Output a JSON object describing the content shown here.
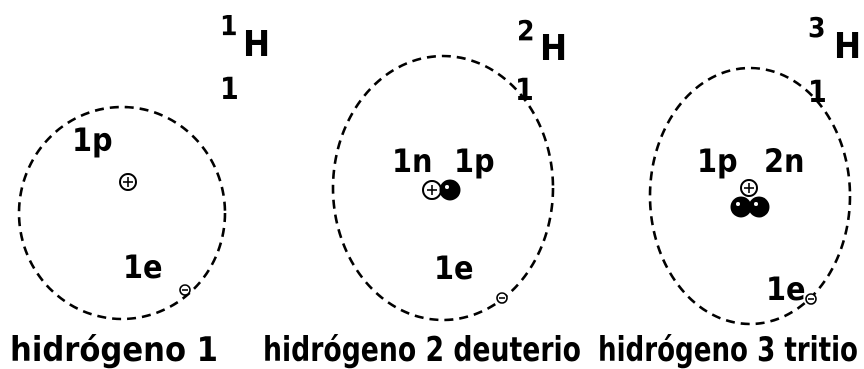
{
  "isotopes": [
    {
      "mass_number": "1",
      "symbol": "H",
      "atomic_number": "1",
      "nucleus_label": "1p",
      "electron_label": "1e",
      "caption": "hidrógeno 1"
    },
    {
      "mass_number": "2",
      "symbol": "H",
      "atomic_number": "1",
      "nucleus_label_neutron": "1n",
      "nucleus_label_proton": "1p",
      "electron_label": "1e",
      "caption": "hidrógeno 2 deuterio"
    },
    {
      "mass_number": "3",
      "symbol": "H",
      "atomic_number": "1",
      "nucleus_label_proton": "1p",
      "nucleus_label_neutron": "2n",
      "electron_label": "1e",
      "caption": "hidrógeno 3 tritio"
    }
  ]
}
